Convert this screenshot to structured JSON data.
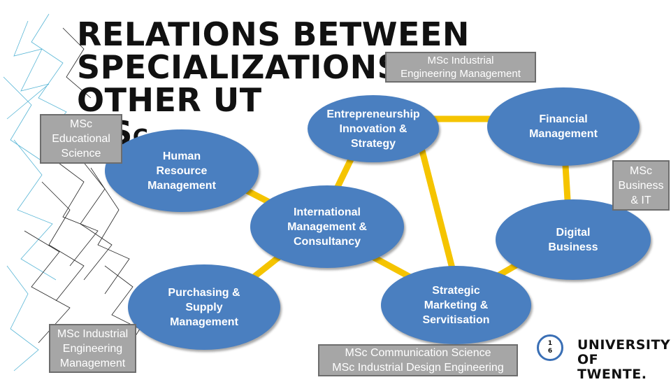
{
  "title": {
    "line1": "RELATIONS BETWEEN",
    "line2": "SPECIALIZATIONS AND OTHER UT",
    "line3_big": "MS",
    "line3_small": "C."
  },
  "ovals": {
    "entrepreneurship": "Entrepreneurship\nInnovation &\nStrategy",
    "financial": "Financial\nManagement",
    "hrm": "Human\nResource\nManagement",
    "international": "International\nManagement &\nConsultancy",
    "digital": "Digital\nBusiness",
    "purchasing": "Purchasing &\nSupply\nManagement",
    "strategic_marketing": "Strategic\nMarketing &\nServitisation"
  },
  "boxes": {
    "ieem_top": "MSc Industrial\nEngineering Management",
    "educational_science": "MSc\nEducational\nScience",
    "business_it": "MSc\nBusiness\n& IT",
    "ieem_bottom": "MSc Industrial\nEngineering\nManagement",
    "communication_design": "MSc Communication Science\nMSc Industrial Design Engineering"
  },
  "page_number": "1\n6",
  "logo_text": "UNIVERSITY\nOF TWENTE.",
  "colors": {
    "oval": "#4a7fc0",
    "connector": "#f5c400",
    "box": "#a6a6a6",
    "decor_line": "#222222",
    "decor_blue": "#58b6d6"
  }
}
